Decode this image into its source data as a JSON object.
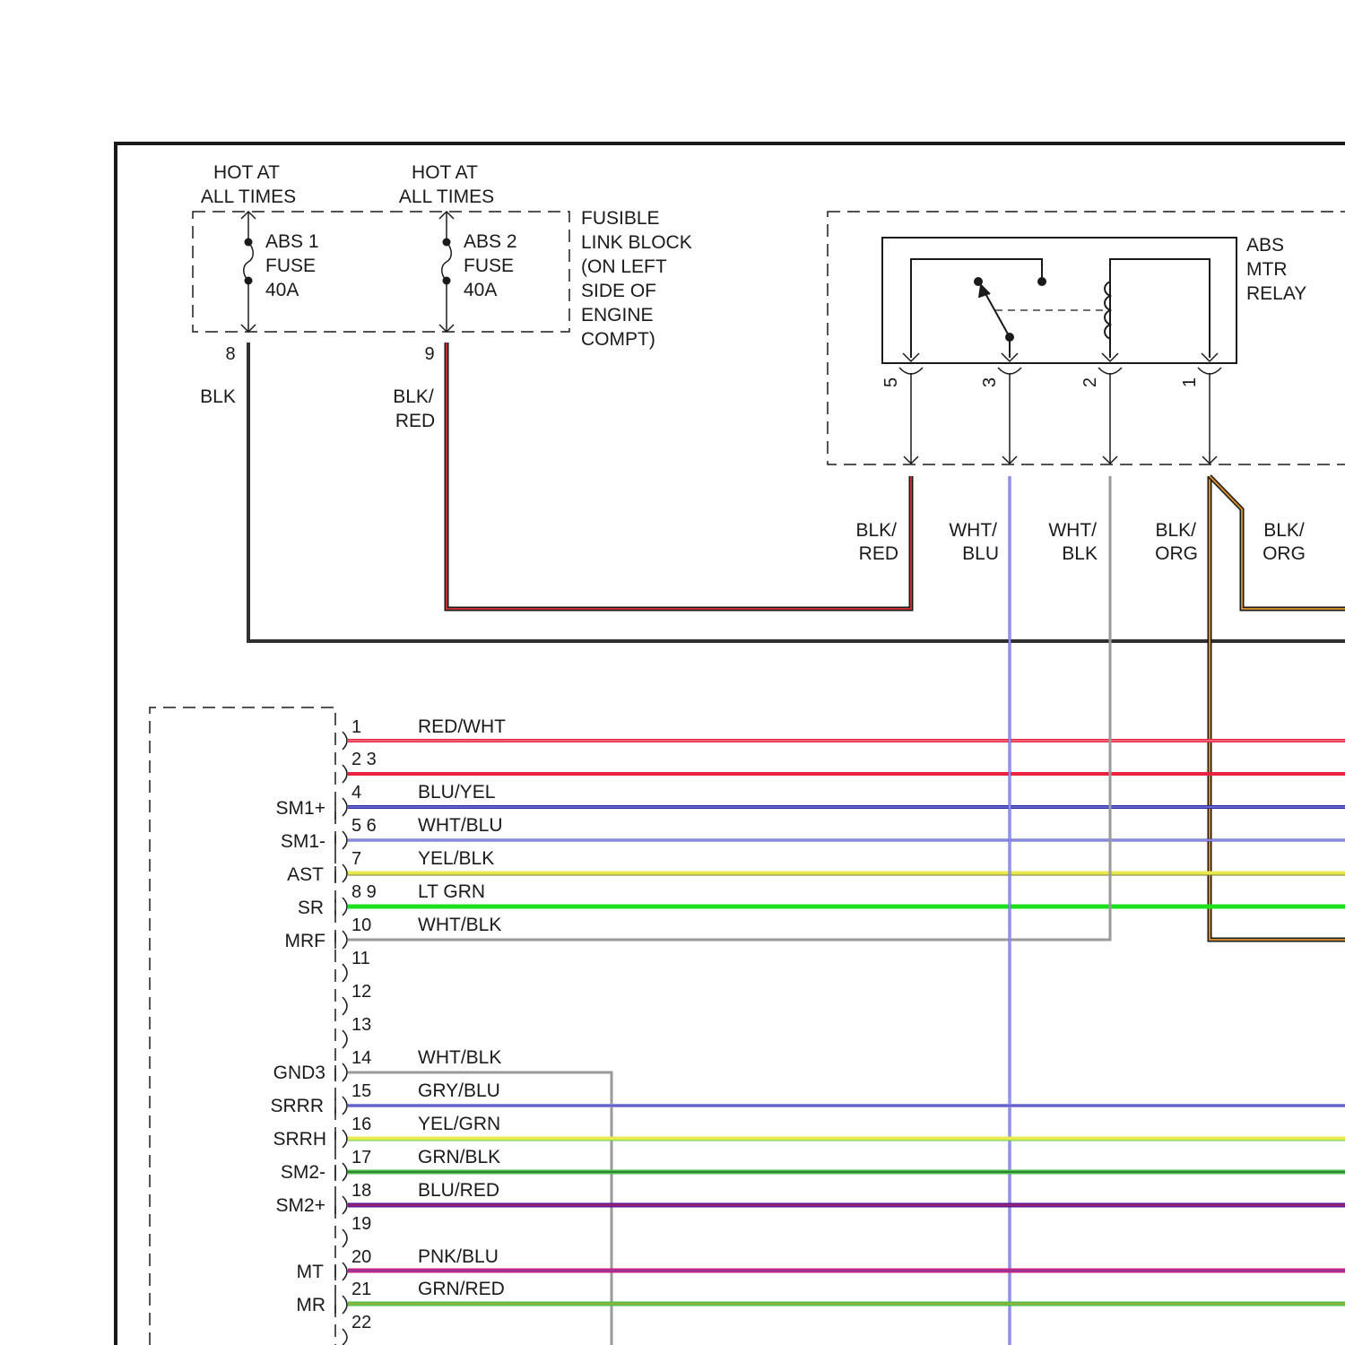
{
  "fuse_block": {
    "feeds": [
      "HOT AT",
      "ALL TIMES"
    ],
    "fuses": [
      {
        "name": "ABS 1",
        "type": "FUSE",
        "rating": "40A",
        "pin": "8",
        "wire": "BLK"
      },
      {
        "name": "ABS 2",
        "type": "FUSE",
        "rating": "40A",
        "pin": "9",
        "wire_line1": "BLK/",
        "wire_line2": "RED"
      }
    ],
    "label": [
      "FUSIBLE",
      "LINK BLOCK",
      "(ON LEFT",
      "SIDE OF",
      "ENGINE",
      "COMPT)"
    ]
  },
  "relay": {
    "label": [
      "ABS",
      "MTR",
      "RELAY"
    ],
    "pins": [
      "5",
      "3",
      "2",
      "1"
    ],
    "wires": [
      {
        "line1": "BLK/",
        "line2": "RED"
      },
      {
        "line1": "WHT/",
        "line2": "BLU"
      },
      {
        "line1": "WHT/",
        "line2": "BLK"
      },
      {
        "line1": "BLK/",
        "line2": "ORG"
      },
      {
        "line1": "BLK/",
        "line2": "ORG"
      }
    ]
  },
  "connector": {
    "pin_labels": [
      "1",
      "2 3",
      "4",
      "5 6",
      "7",
      "8 9",
      "10",
      "11",
      "12",
      "13",
      "14",
      "15",
      "16",
      "17",
      "18",
      "19",
      "20",
      "21",
      "22"
    ],
    "signal_labels": [
      "SM1+",
      "SM1-",
      "AST",
      "SR",
      "MRF",
      "GND3",
      "SRRR",
      "SRRH",
      "SM2-",
      "SM2+",
      "MT",
      "MR"
    ],
    "wire_labels": [
      "RED/WHT",
      "BLU/YEL",
      "WHT/BLU",
      "YEL/BLK",
      "LT GRN",
      "WHT/BLK",
      "WHT/BLK",
      "GRY/BLU",
      "YEL/GRN",
      "GRN/BLK",
      "BLU/RED",
      "PNK/BLU",
      "GRN/RED"
    ]
  },
  "colors": {
    "red": "#e8233f",
    "dark_red": "#8b1a1a",
    "blue": "#2a2aa8",
    "light_blue": "#8a8ae0",
    "yellow": "#e8e850",
    "green": "#1ee01e",
    "gray": "#9a9a9a",
    "orange": "#c8781e",
    "magenta": "#d0207a",
    "purple": "#5a1a8a",
    "black": "#1a1a1a"
  }
}
